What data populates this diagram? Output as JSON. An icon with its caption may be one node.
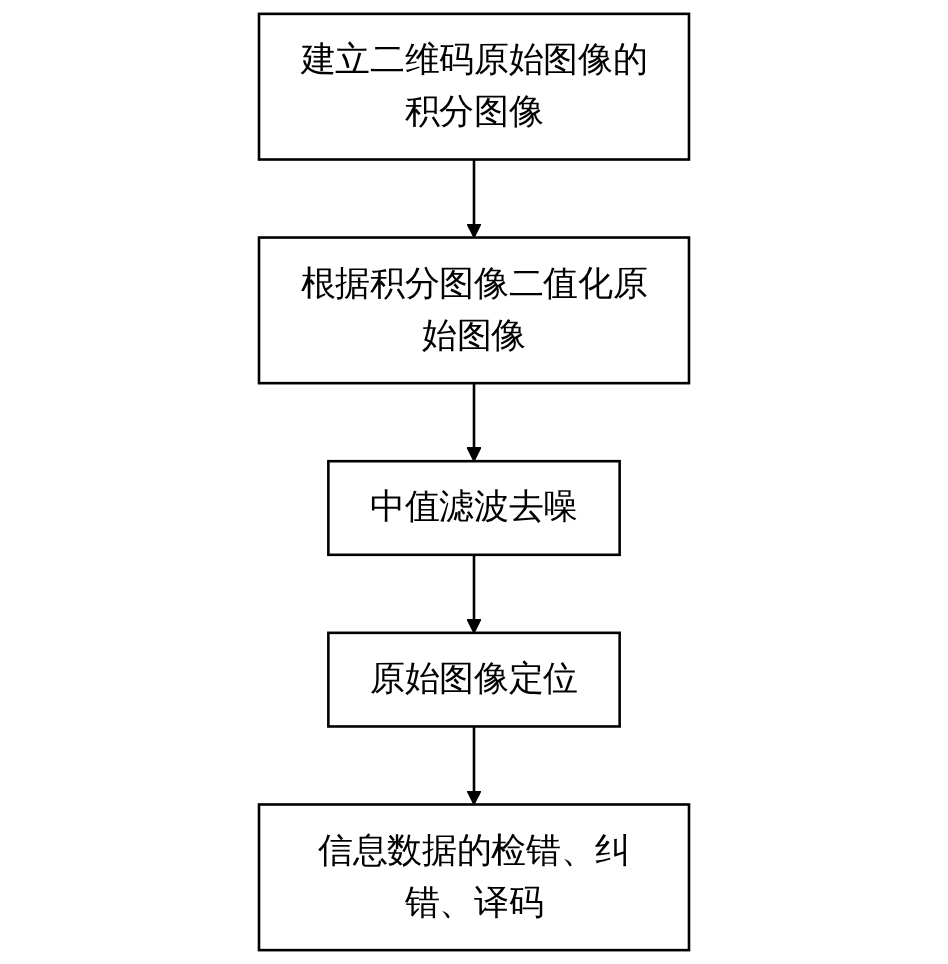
{
  "diagram": {
    "nodes": [
      {
        "text": [
          "建立二维码原始图像的积分图像"
        ]
      },
      {
        "text": [
          "根据积分图像二值化原始图像"
        ]
      },
      {
        "text": [
          "中值滤波去噪"
        ]
      },
      {
        "text": [
          "原始图像定位"
        ]
      },
      {
        "text": [
          "信息数据的检错、纠错、译码"
        ]
      }
    ],
    "edges": [
      {
        "from": 0,
        "to": 1,
        "arrow": "to"
      },
      {
        "from": 1,
        "to": 2,
        "arrow": "to"
      },
      {
        "from": 2,
        "to": 3,
        "arrow": "to"
      },
      {
        "from": 3,
        "to": 4,
        "arrow": "to"
      }
    ]
  }
}
